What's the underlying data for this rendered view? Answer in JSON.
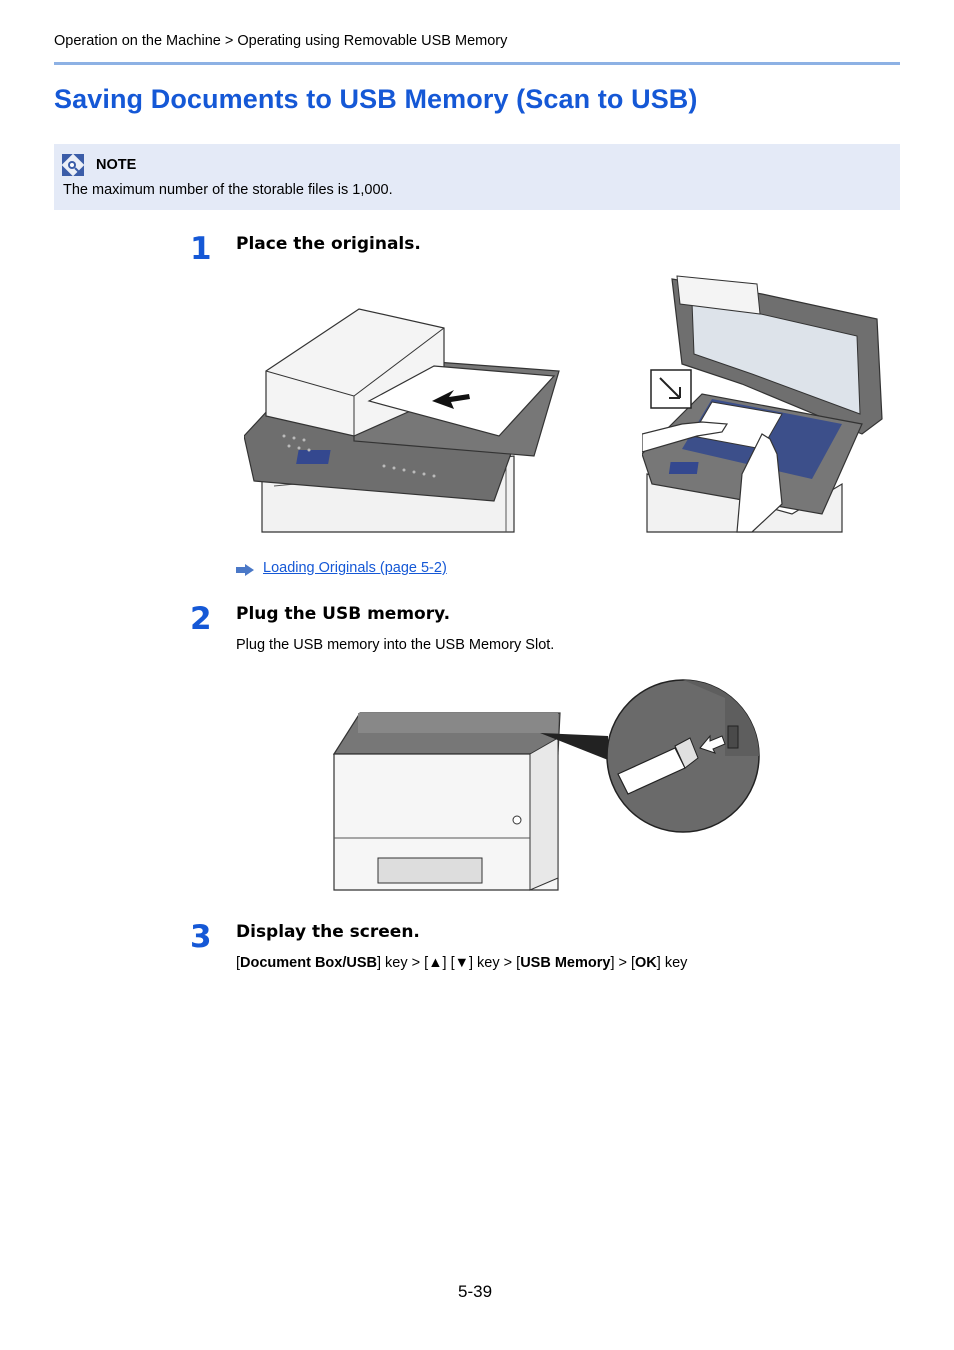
{
  "breadcrumb": "Operation on the Machine > Operating using Removable USB Memory",
  "title": "Saving Documents to USB Memory (Scan to USB)",
  "note": {
    "label": "NOTE",
    "text": "The maximum number of the storable files is 1,000.",
    "icon": "note-icon"
  },
  "steps": [
    {
      "number": "1",
      "title": "Place the originals.",
      "link": "Loading Originals (page 5-2)",
      "link_icon": "arrow-right-icon"
    },
    {
      "number": "2",
      "title": "Plug the USB memory.",
      "text": "Plug the USB memory into the USB Memory Slot."
    },
    {
      "number": "3",
      "title": "Display the screen.",
      "instruction": {
        "open1": "[",
        "key1": "Document Box/USB",
        "mid1": "] key > [",
        "key2": "▲",
        "mid2": "] [",
        "key3": "▼",
        "mid3": "] key > [",
        "key4": "USB Memory",
        "mid4": "] > [",
        "key5": "OK",
        "end": "] key"
      }
    }
  ],
  "page_number": "5-39",
  "colors": {
    "accent": "#1558d6",
    "rule": "#8db1e4",
    "note_bg": "#e4eaf7"
  }
}
